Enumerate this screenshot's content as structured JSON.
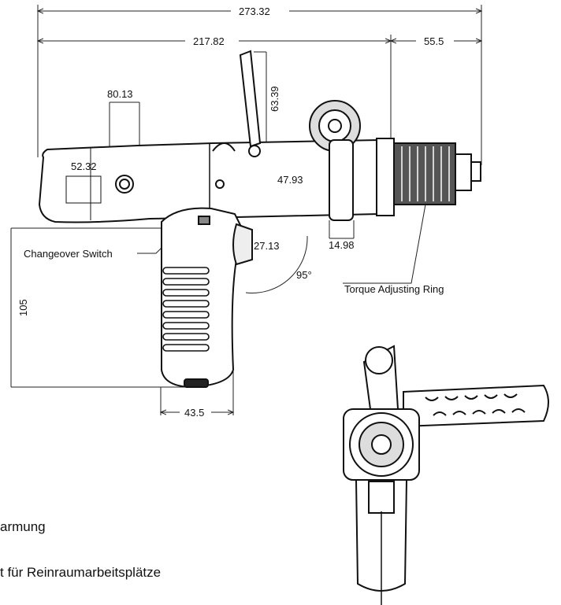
{
  "dimensions": {
    "overall_length": "273.32",
    "body_length": "217.82",
    "nose_length": "55.5",
    "lever_height": "63.39",
    "rear_offset": "80.13",
    "rear_height": "52.32",
    "barrel_diameter": "47.93",
    "clamp_width": "14.98",
    "trigger_width": "27.13",
    "grip_angle": "95°",
    "grip_height": "105",
    "grip_width": "43.5"
  },
  "labels": {
    "changeover_switch": "Changeover Switch",
    "torque_ring": "Torque Adjusting Ring"
  },
  "text_fragments": [
    "armung",
    "t für Reinraumarbeitsplätze"
  ]
}
